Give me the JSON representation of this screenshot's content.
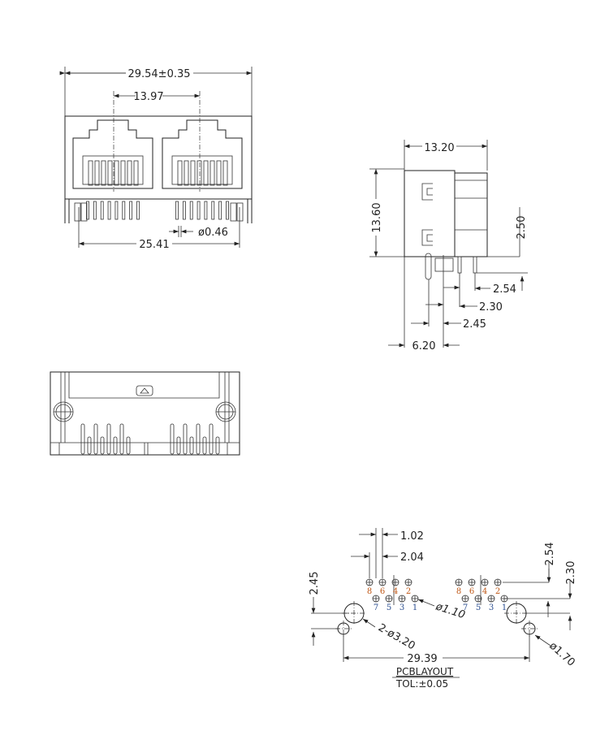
{
  "front_view": {
    "overall_width": "29.54±0.35",
    "port_pitch": "13.97",
    "pin_diameter": "ø0.46",
    "post_spacing": "25.41"
  },
  "side_view": {
    "depth": "13.20",
    "height": "13.60",
    "pin_row_offset": "2.50",
    "dim_2_54": "2.54",
    "dim_2_30": "2.30",
    "dim_2_45": "2.45",
    "dim_6_20": "6.20"
  },
  "pcb_layout": {
    "pin_pitch_x": "1.02",
    "pin_row_pitch": "2.04",
    "left_offset": "2.45",
    "row_spacing": "2.54",
    "row_offset": "2.30",
    "pin_hole": "ø1.10",
    "mount_holes": "2-ø3.20",
    "small_hole": "ø1.70",
    "hole_spacing": "29.39",
    "title": "PCBLAYOUT",
    "tolerance": "TOL:±0.05",
    "top_pins": [
      "8",
      "6",
      "4",
      "2"
    ],
    "bottom_pins": [
      "7",
      "5",
      "3",
      "1"
    ],
    "colors": {
      "even": "#c05a1a",
      "odd": "#2a4d8f"
    }
  }
}
